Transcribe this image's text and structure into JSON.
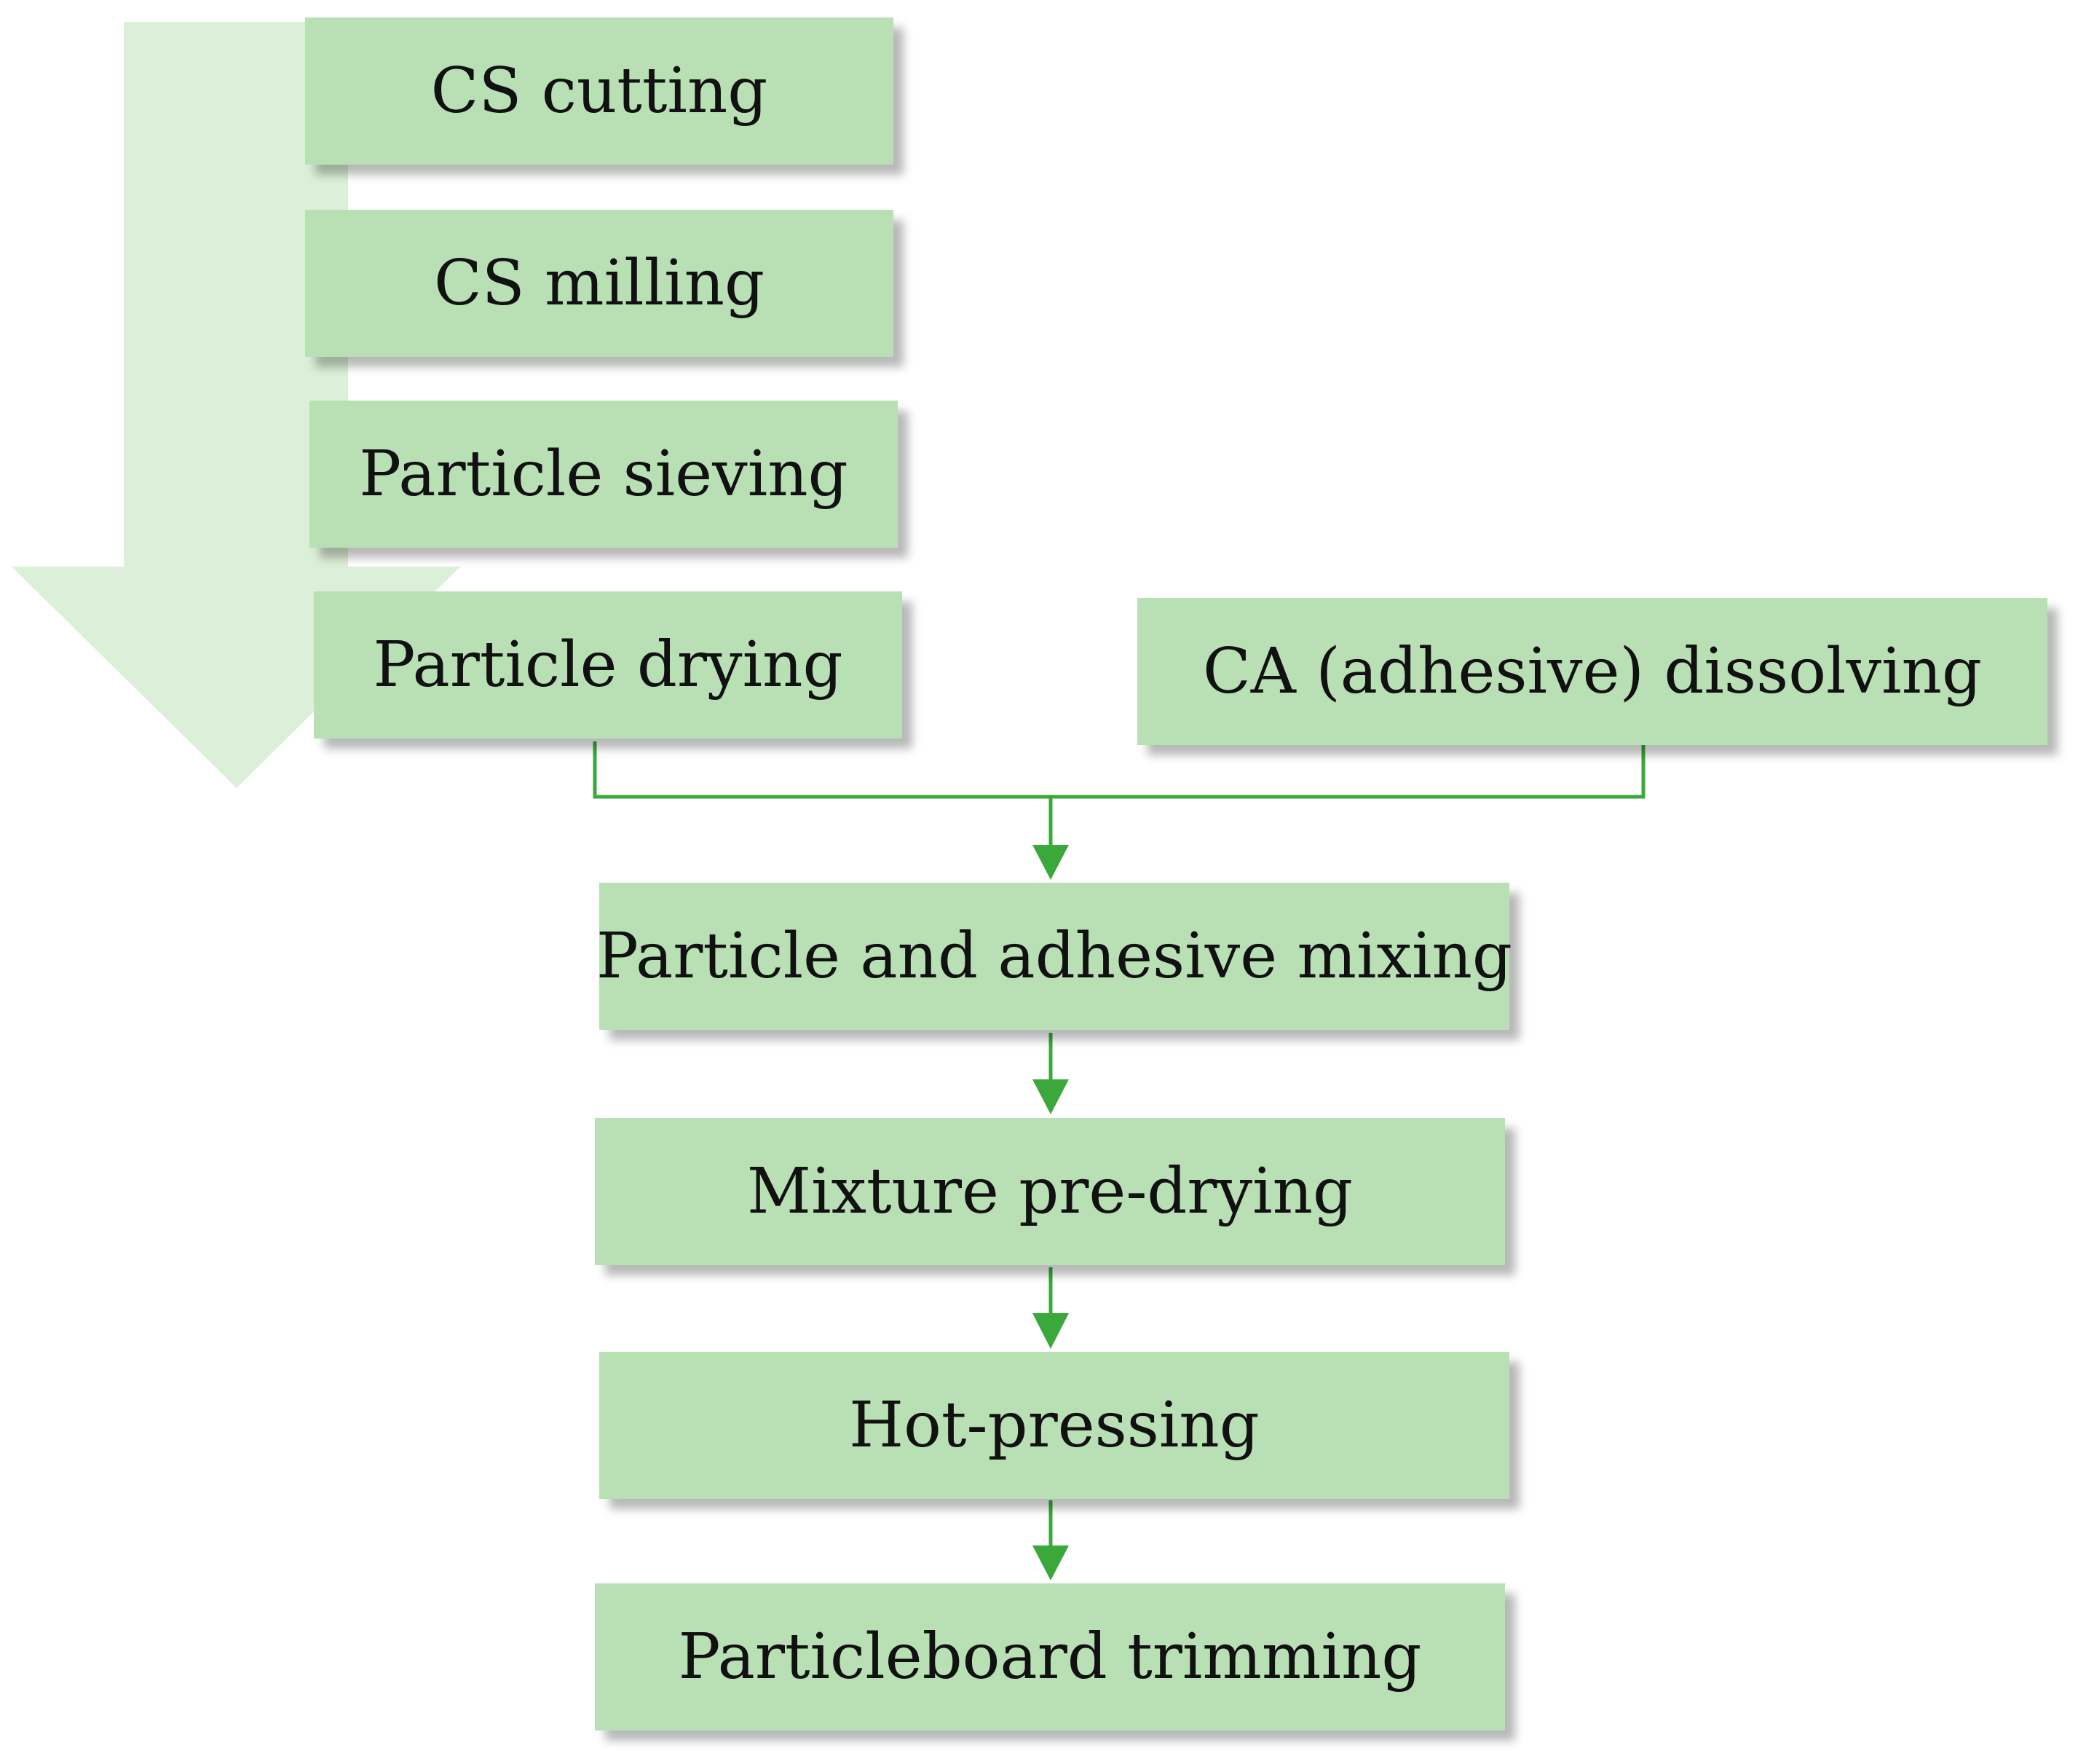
{
  "steps": {
    "cs_cutting": "CS cutting",
    "cs_milling": "CS milling",
    "particle_sieving": "Particle sieving",
    "particle_drying": "Particle drying",
    "ca_dissolving": "CA (adhesive) dissolving",
    "mixing": "Particle and adhesive mixing",
    "predrying": "Mixture pre-drying",
    "hotpressing": "Hot-pressing",
    "trimming": "Particleboard trimming"
  },
  "colors": {
    "box_fill": "#b9e0b4",
    "connector": "#3aa83a",
    "flow_arrow": "#dcefd8"
  }
}
